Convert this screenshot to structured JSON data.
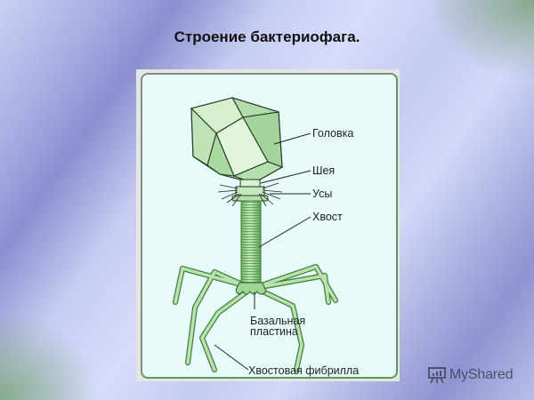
{
  "slide": {
    "title": "Строение бактериофага."
  },
  "diagram": {
    "labels": {
      "head": "Головка",
      "neck": "Шея",
      "whiskers": "Усы",
      "tail": "Хвост",
      "baseplate_line1": "Базальная",
      "baseplate_line2": "пластина",
      "tail_fiber": "Хвостовая фибрилла"
    },
    "colors": {
      "capsid_fill": "#b9dfb3",
      "capsid_stroke": "#1f3a22",
      "tail_fill": "#8fce86",
      "panel_bg": "#e6fbfa"
    }
  },
  "watermark": {
    "icon": "presentation-board-icon",
    "text": "MyShared"
  }
}
